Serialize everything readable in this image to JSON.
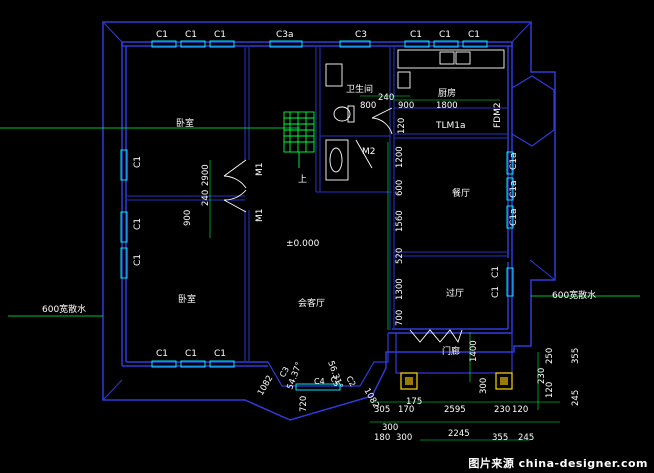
{
  "drawing": {
    "rooms": {
      "bedroom_top": "卧室",
      "bedroom_bottom": "卧室",
      "bathroom": "卫生间",
      "kitchen": "厨房",
      "dining": "餐厅",
      "hall": "过厅",
      "living": "会客厅",
      "porch": "门廊"
    },
    "windows": {
      "c1": "C1",
      "c1a": "C1a",
      "c3": "C3",
      "c3a": "C3a",
      "c2": "C2",
      "c4": "C4",
      "c5": "C5",
      "fdm2": "FDM2",
      "tlm1a": "TLM1a"
    },
    "doors": {
      "m1": "M1",
      "m2": "M2"
    },
    "stair_label": "上",
    "level_mark": "±0.000",
    "dimensions": {
      "d240": "240",
      "d800": "800",
      "d900": "900",
      "d1800": "1800",
      "d120": "120",
      "d1200": "1200",
      "d600": "600",
      "d1560": "1560",
      "d520": "520",
      "d1300": "1300",
      "d700": "700",
      "d1400": "1400",
      "d2900": "2900",
      "d2595": "2595",
      "d305": "305",
      "d170": "170",
      "d175": "175",
      "d300": "300",
      "d230": "230",
      "d250": "250",
      "d355": "355",
      "d245": "245",
      "d180": "180",
      "d2245": "2245",
      "d1082": "1082",
      "d54": "54.37°",
      "d56": "56.31°",
      "d720": "720"
    },
    "apron_left": "600宽散水",
    "apron_right": "600宽散水"
  },
  "watermark": "图片来源 china-designer.com",
  "colors": {
    "wall": "#2e3bd9",
    "wall_inner": "#1f2a9e",
    "window": "#00e5ff",
    "fixture": "#ffffff",
    "door_swing": "#ffffff",
    "stair": "#00ff40",
    "dim_line": "#00ff40",
    "porch_col": "#ffd400",
    "text": "#ffffff"
  }
}
